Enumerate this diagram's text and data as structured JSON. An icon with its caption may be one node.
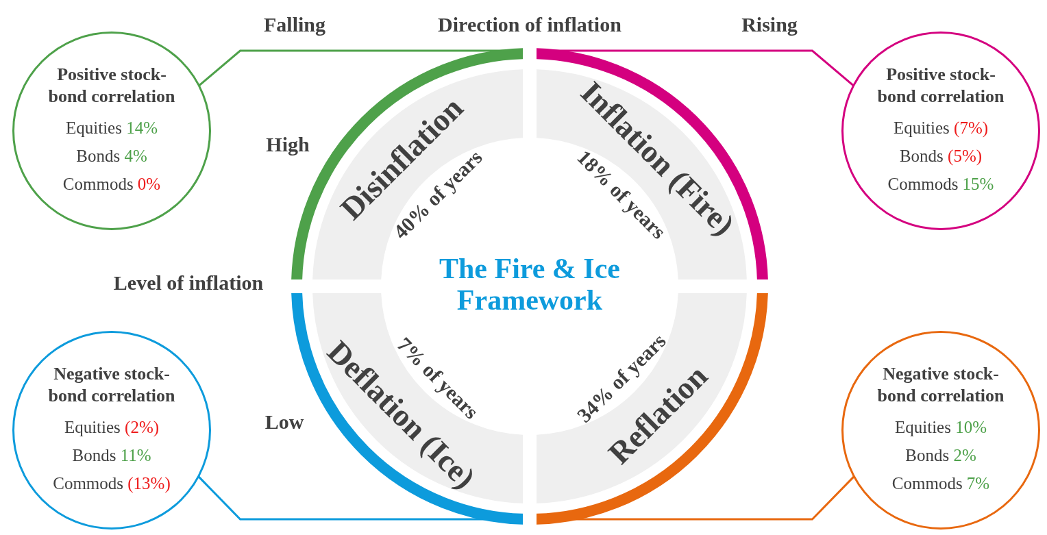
{
  "diagram": {
    "title": "The Fire & Ice Framework",
    "nodes": [
      {
        "text": [
          "Disinflation",
          "40% of years"
        ]
      },
      {
        "text": [
          "Inflation (Fire)",
          "18% of years"
        ]
      },
      {
        "text": [
          "Deflation (Ice)",
          "7% of years"
        ]
      },
      {
        "text": [
          "Reflation",
          "34% of years"
        ]
      },
      {
        "text": [
          "Positive stock-bond correlation",
          "Equities 14%",
          "Bonds 4%",
          "Commods 0%"
        ]
      },
      {
        "text": [
          "Positive stock-bond correlation",
          "Equities (7%)",
          "Bonds (5%)",
          "Commods 15%"
        ]
      },
      {
        "text": [
          "Negative stock-bond correlation",
          "Equities (2%)",
          "Bonds 11%",
          "Commods (13%)"
        ]
      },
      {
        "text": [
          "Negative stock-bond correlation",
          "Equities 10%",
          "Bonds 2%",
          "Commods 7%"
        ]
      }
    ],
    "edges": [
      {
        "from": 4,
        "to": 0,
        "arrow": "none",
        "color": "#4ea14a"
      },
      {
        "from": 5,
        "to": 1,
        "arrow": "none",
        "color": "#d4007f"
      },
      {
        "from": 6,
        "to": 2,
        "arrow": "none",
        "color": "#0d9bdc"
      },
      {
        "from": 7,
        "to": 3,
        "arrow": "none",
        "color": "#e8680f"
      }
    ],
    "labels": [
      "Falling",
      "Direction of inflation",
      "Rising",
      "High",
      "Level of inflation",
      "Low"
    ]
  }
}
